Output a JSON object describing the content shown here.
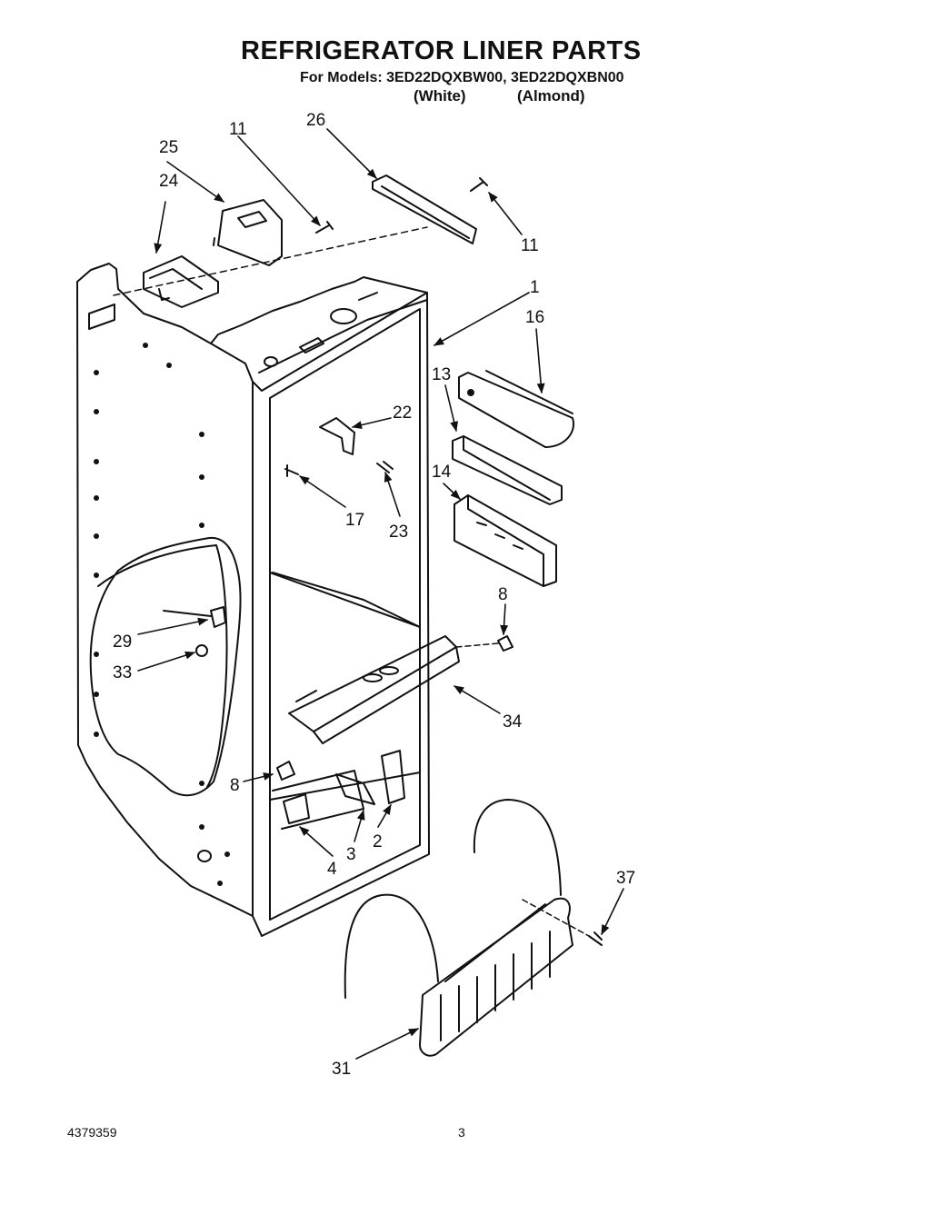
{
  "header": {
    "title": "REFRIGERATOR LINER PARTS",
    "models": "For Models: 3ED22DQXBW00, 3ED22DQXBN00",
    "finish_white": "(White)",
    "finish_almond": "(Almond)"
  },
  "callouts": {
    "c1": "1",
    "c2": "2",
    "c3": "3",
    "c4": "4",
    "c8a": "8",
    "c8b": "8",
    "c11a": "11",
    "c11b": "11",
    "c13": "13",
    "c14": "14",
    "c16": "16",
    "c17": "17",
    "c22": "22",
    "c23": "23",
    "c24": "24",
    "c25": "25",
    "c26": "26",
    "c29": "29",
    "c31": "31",
    "c33": "33",
    "c34": "34",
    "c37": "37"
  },
  "footer": {
    "part_number": "4379359",
    "page_number": "3"
  }
}
